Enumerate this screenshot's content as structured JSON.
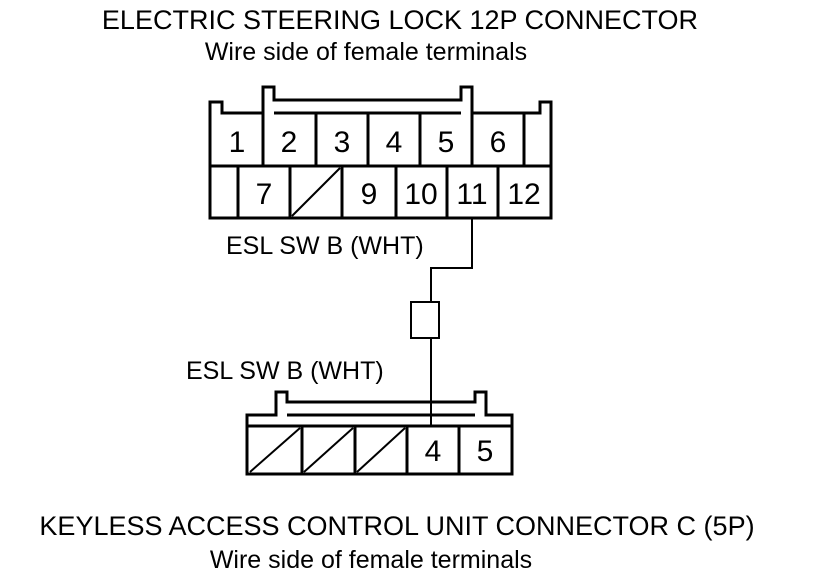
{
  "top_connector": {
    "title": "ELECTRIC STEERING LOCK 12P CONNECTOR",
    "subtitle": "Wire side of female terminals",
    "top_row": [
      "1",
      "2",
      "3",
      "4",
      "5",
      "6",
      ""
    ],
    "bottom_row": [
      "",
      "7",
      "/",
      "9",
      "10",
      "11",
      "12"
    ]
  },
  "wire": {
    "top_label": "ESL SW B (WHT)",
    "bottom_label": "ESL SW B (WHT)"
  },
  "bottom_connector": {
    "title": "KEYLESS ACCESS CONTROL UNIT CONNECTOR C (5P)",
    "subtitle": "Wire side of female terminals",
    "pins": [
      "/",
      "/",
      "/",
      "4",
      "5"
    ]
  }
}
